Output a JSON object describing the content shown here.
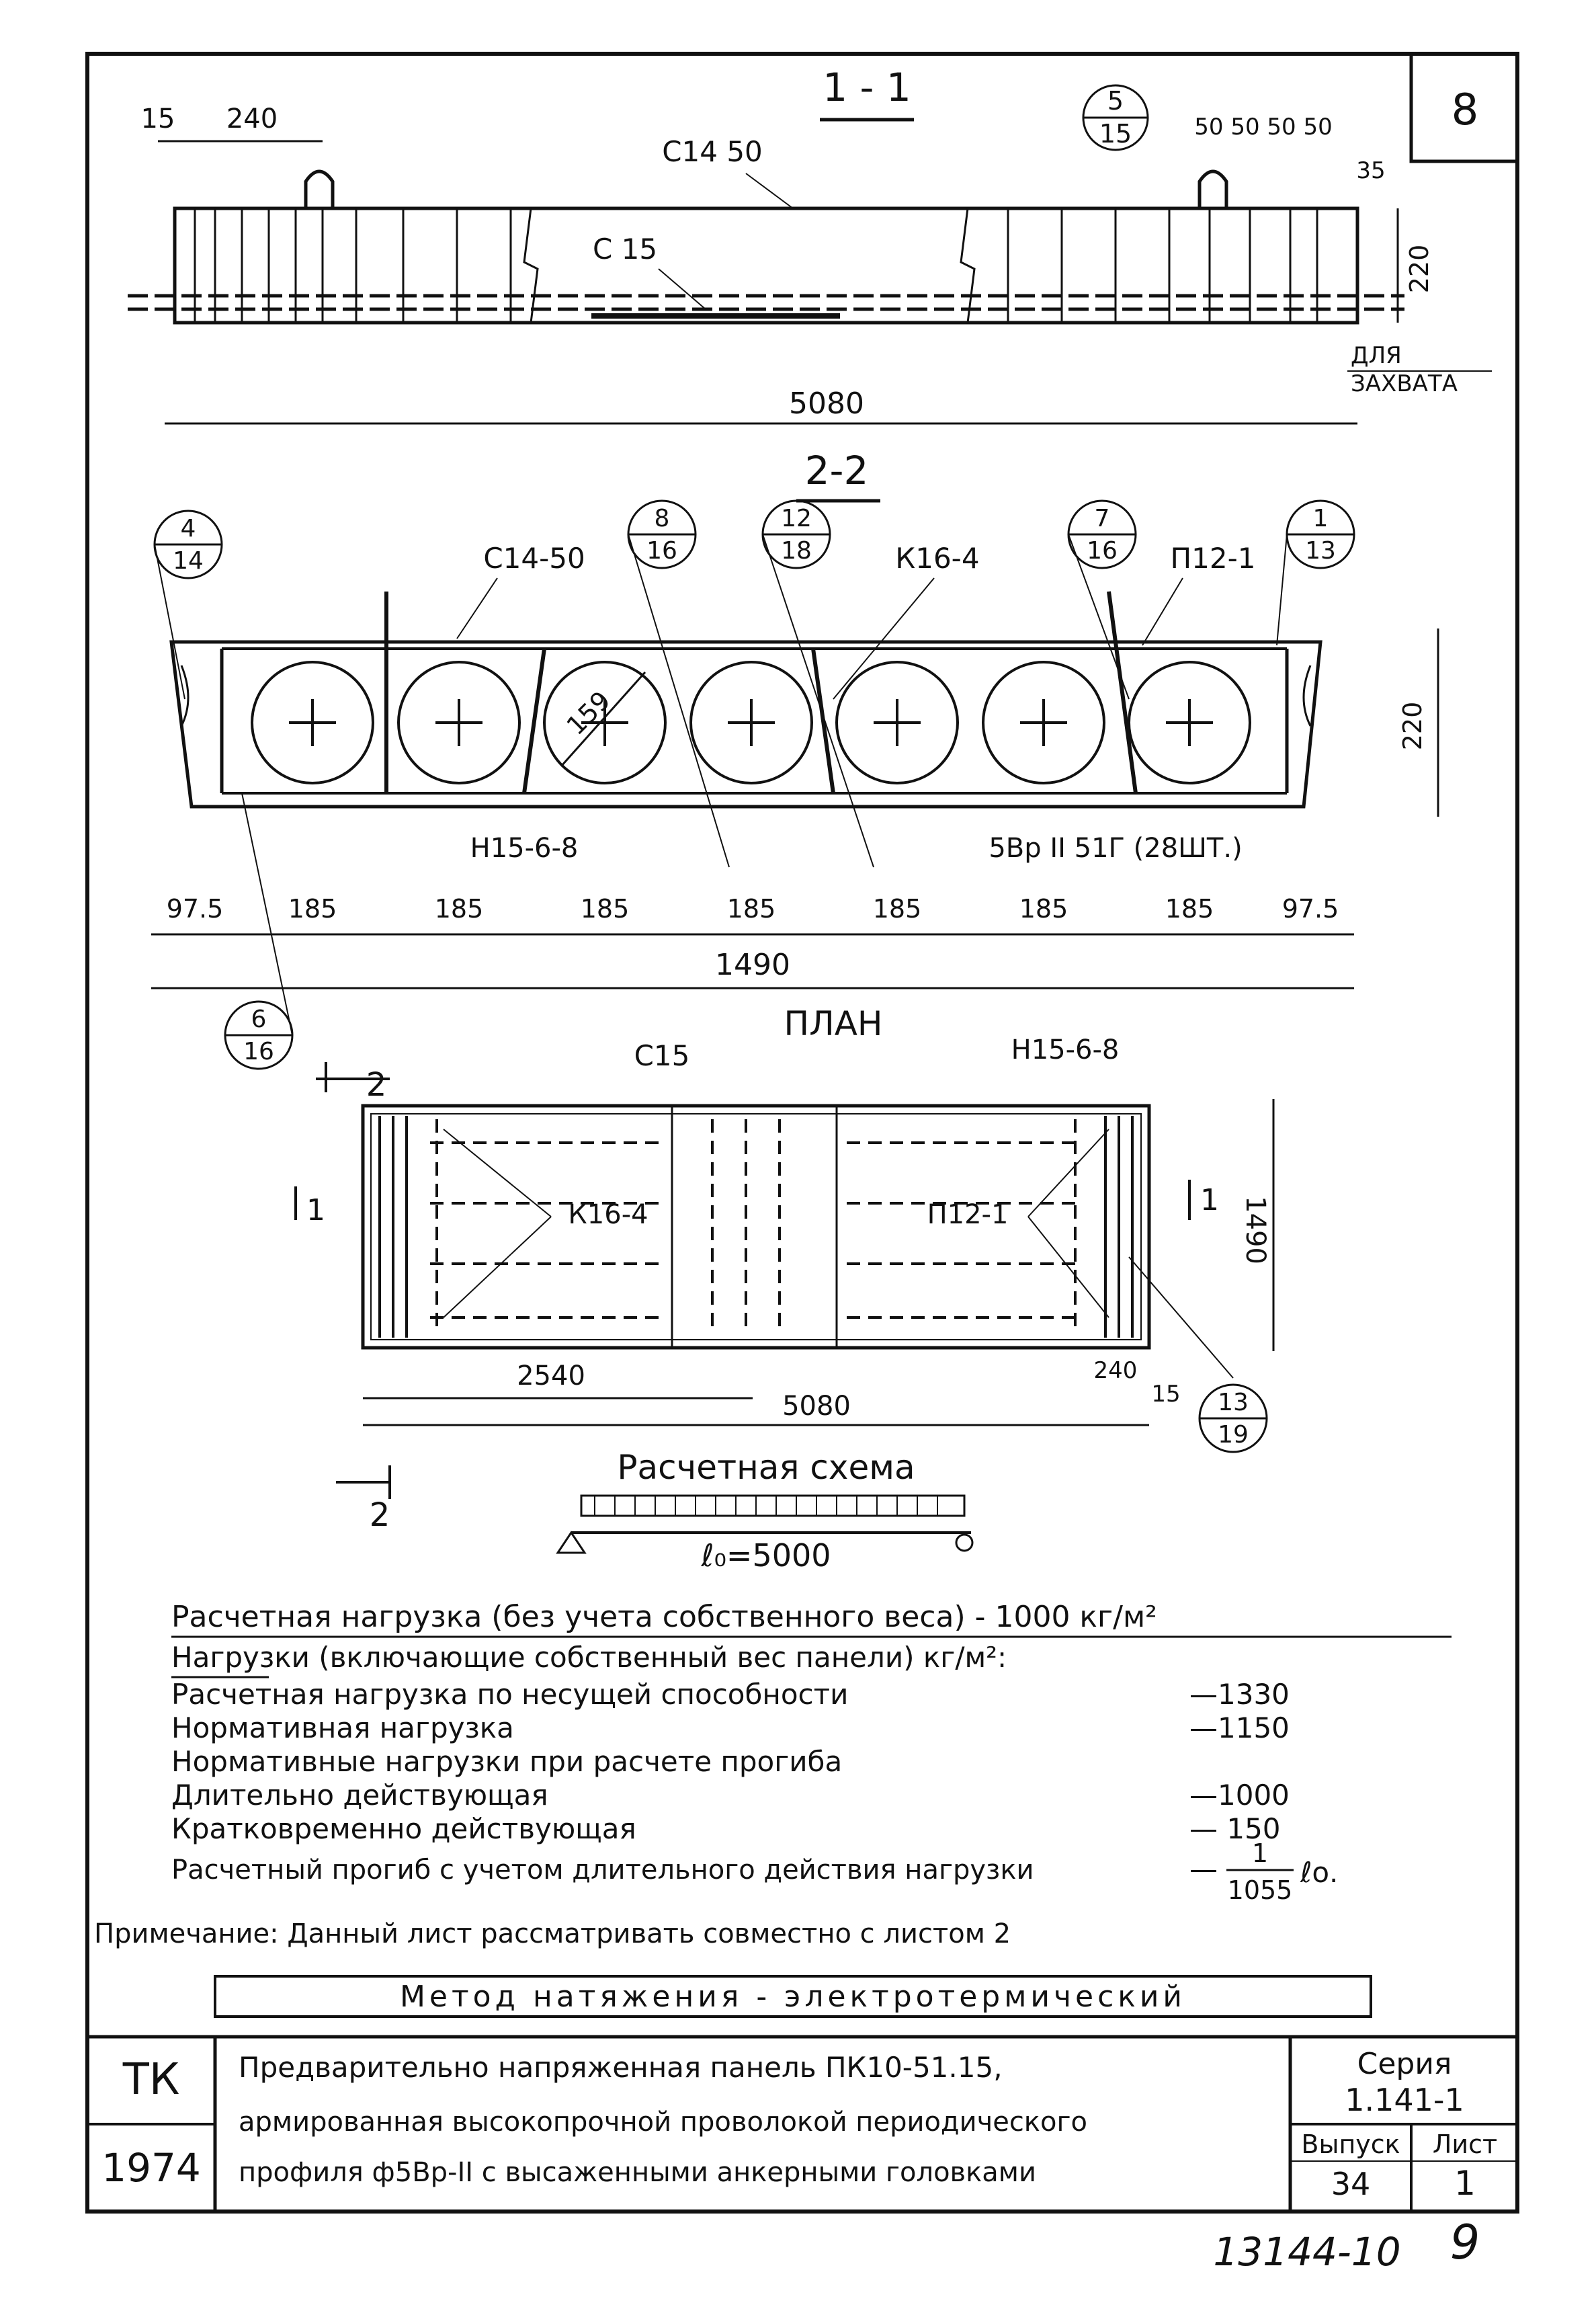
{
  "sheet_corner_number": "8",
  "section_1_1": {
    "title": "1 - 1",
    "dim_15": "15",
    "dim_240": "240",
    "callout_c14_50": "С14 50",
    "callout_c15": "С 15",
    "callout_ref_top": "5",
    "callout_ref_bottom": "15",
    "dims_right": "50  50 50 50",
    "dim_35": "35",
    "dim_220": "220",
    "dim_5080": "5080",
    "note_dlya": "ДЛЯ",
    "note_zakhvata": "ЗАХВАТА"
  },
  "section_2_2": {
    "title": "2-2",
    "label_c14_50": "С14-50",
    "label_k16_4": "К16-4",
    "label_p12_1": "П12-1",
    "label_n15": "Н15-6-8",
    "label_rebar": "5Вр II 51Г (28ШТ.)",
    "diameter": "159",
    "dim_220": "220",
    "dims_bottom": [
      "97.5",
      "185",
      "185",
      "185",
      "185",
      "185",
      "185",
      "185",
      "97.5"
    ],
    "dim_total": "1490",
    "refs": [
      {
        "top": "4",
        "bottom": "14"
      },
      {
        "top": "8",
        "bottom": "16"
      },
      {
        "top": "12",
        "bottom": "18"
      },
      {
        "top": "7",
        "bottom": "16"
      },
      {
        "top": "1",
        "bottom": "13"
      },
      {
        "top": "6",
        "bottom": "16"
      }
    ]
  },
  "plan": {
    "title": "ПЛАН",
    "label_c15": "С15",
    "label_n15": "Н15-6-8",
    "label_k16_4": "К16-4",
    "label_p12_1": "П12-1",
    "dim_1490": "1490",
    "dim_2540": "2540",
    "dim_5080": "5080",
    "dim_240": "240",
    "dim_15": "15",
    "ref_top": "13",
    "ref_bottom": "19",
    "section_mark_2": "2",
    "section_mark_1": "1"
  },
  "scheme": {
    "title": "Расчетная схема",
    "span_label": "ℓ₀=5000"
  },
  "loads": {
    "line1": "Расчетная нагрузка (без учета собственного веса) - 1000 кг/м²",
    "line2": "Нагрузки (включающие собственный вес панели) кг/м²:",
    "rows": [
      {
        "label": "Расчетная нагрузка по несущей способности",
        "value": "—1330"
      },
      {
        "label": "Нормативная нагрузка",
        "value": "—1150"
      },
      {
        "label": "Нормативные нагрузки при расчете прогиба",
        "value": ""
      },
      {
        "label": "Длительно действующая",
        "value": "—1000"
      },
      {
        "label": "Кратковременно действующая",
        "value": "— 150"
      }
    ],
    "deflection_label": "Расчетный прогиб с учетом длительного действия нагрузки",
    "deflection_num": "1",
    "deflection_den": "1055",
    "deflection_suffix": "ℓо."
  },
  "note": "Примечание: Данный лист рассматривать совместно с листом 2",
  "method": "Метод натяжения - электротермический",
  "title_block": {
    "org": "ТК",
    "year": "1974",
    "title_line1": "Предварительно напряженная панель ПК10-51.15,",
    "title_line2": "армированная высокопрочной проволокой периодического",
    "title_line3": "профиля ф5Вр-II с высаженными анкерными головками",
    "series_label": "Серия",
    "series_value": "1.141-1",
    "issue_label": "Выпуск",
    "issue_value": "34",
    "sheet_label": "Лист",
    "sheet_value": "1"
  },
  "footer_number": "13144-10",
  "footer_page": "9"
}
